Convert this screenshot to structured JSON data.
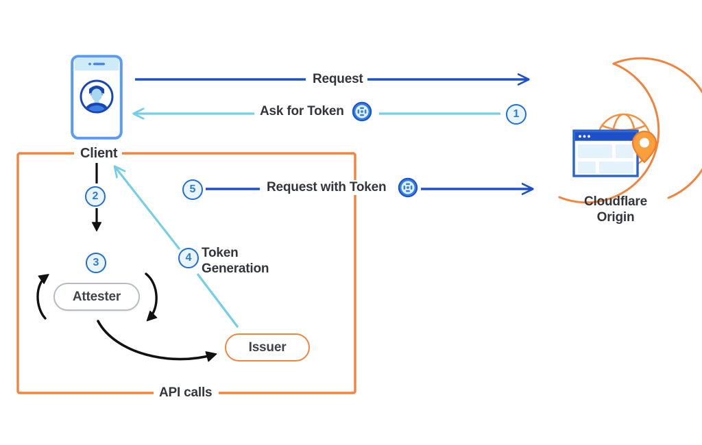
{
  "diagram": {
    "title_absent": true,
    "nodes": {
      "client": {
        "label": "Client",
        "icon": "mobile-phone-user-icon"
      },
      "attester": {
        "label": "Attester",
        "shape": "pill",
        "border_color": "#b6bcc4"
      },
      "issuer": {
        "label": "Issuer",
        "shape": "pill",
        "border_color": "#f2833c"
      },
      "origin": {
        "label": "Cloudflare\nOrigin",
        "label_line1": "Cloudflare",
        "label_line2": "Origin",
        "icon": "globe-browser-window-pin-icon"
      },
      "boundary": {
        "top_label": "Client",
        "bottom_label": "API calls",
        "color": "#f2833c"
      }
    },
    "flows": [
      {
        "step": "",
        "label": "Request",
        "color": "#1e50c8",
        "direction": "client-to-origin",
        "token_icon": false
      },
      {
        "step": "1",
        "label": "Ask for Token",
        "color": "#73cfe8",
        "direction": "origin-to-client",
        "token_icon": true
      },
      {
        "step": "2",
        "label": "",
        "color": "#111111",
        "direction": "client-to-attester",
        "token_icon": false
      },
      {
        "step": "3",
        "label": "",
        "color": "#111111",
        "direction": "attester-loop",
        "token_icon": false
      },
      {
        "step": "4",
        "label": "Token Generation",
        "label_line1": "Token",
        "label_line2": "Generation",
        "color": "#73cfe8",
        "direction": "issuer-to-client",
        "token_icon": false
      },
      {
        "step": "5",
        "label": "Request with Token",
        "color": "#1e50c8",
        "direction": "client-to-origin",
        "token_icon": true
      }
    ],
    "steps": [
      "1",
      "2",
      "3",
      "4",
      "5"
    ],
    "colors": {
      "dark_blue": "#1e50c8",
      "light_blue": "#73cfe8",
      "orange": "#f2833c",
      "black": "#111111",
      "num_fill": "#e9f4fc",
      "num_stroke": "#1d6fd6",
      "text": "#32353b",
      "phone_blue": "#5a9bf6",
      "phone_screen": "#ffffff",
      "phone_header": "#cfeaf8",
      "avatar_dark": "#1746b8",
      "avatar_face": "#a8d8ef",
      "origin_titlebar": "#1e50c8",
      "origin_cell": "#e4f2fc"
    },
    "icons": {
      "token": "token-badge-icon",
      "client": "mobile-phone-user-icon",
      "origin": "globe-browser-window-pin-icon"
    }
  }
}
